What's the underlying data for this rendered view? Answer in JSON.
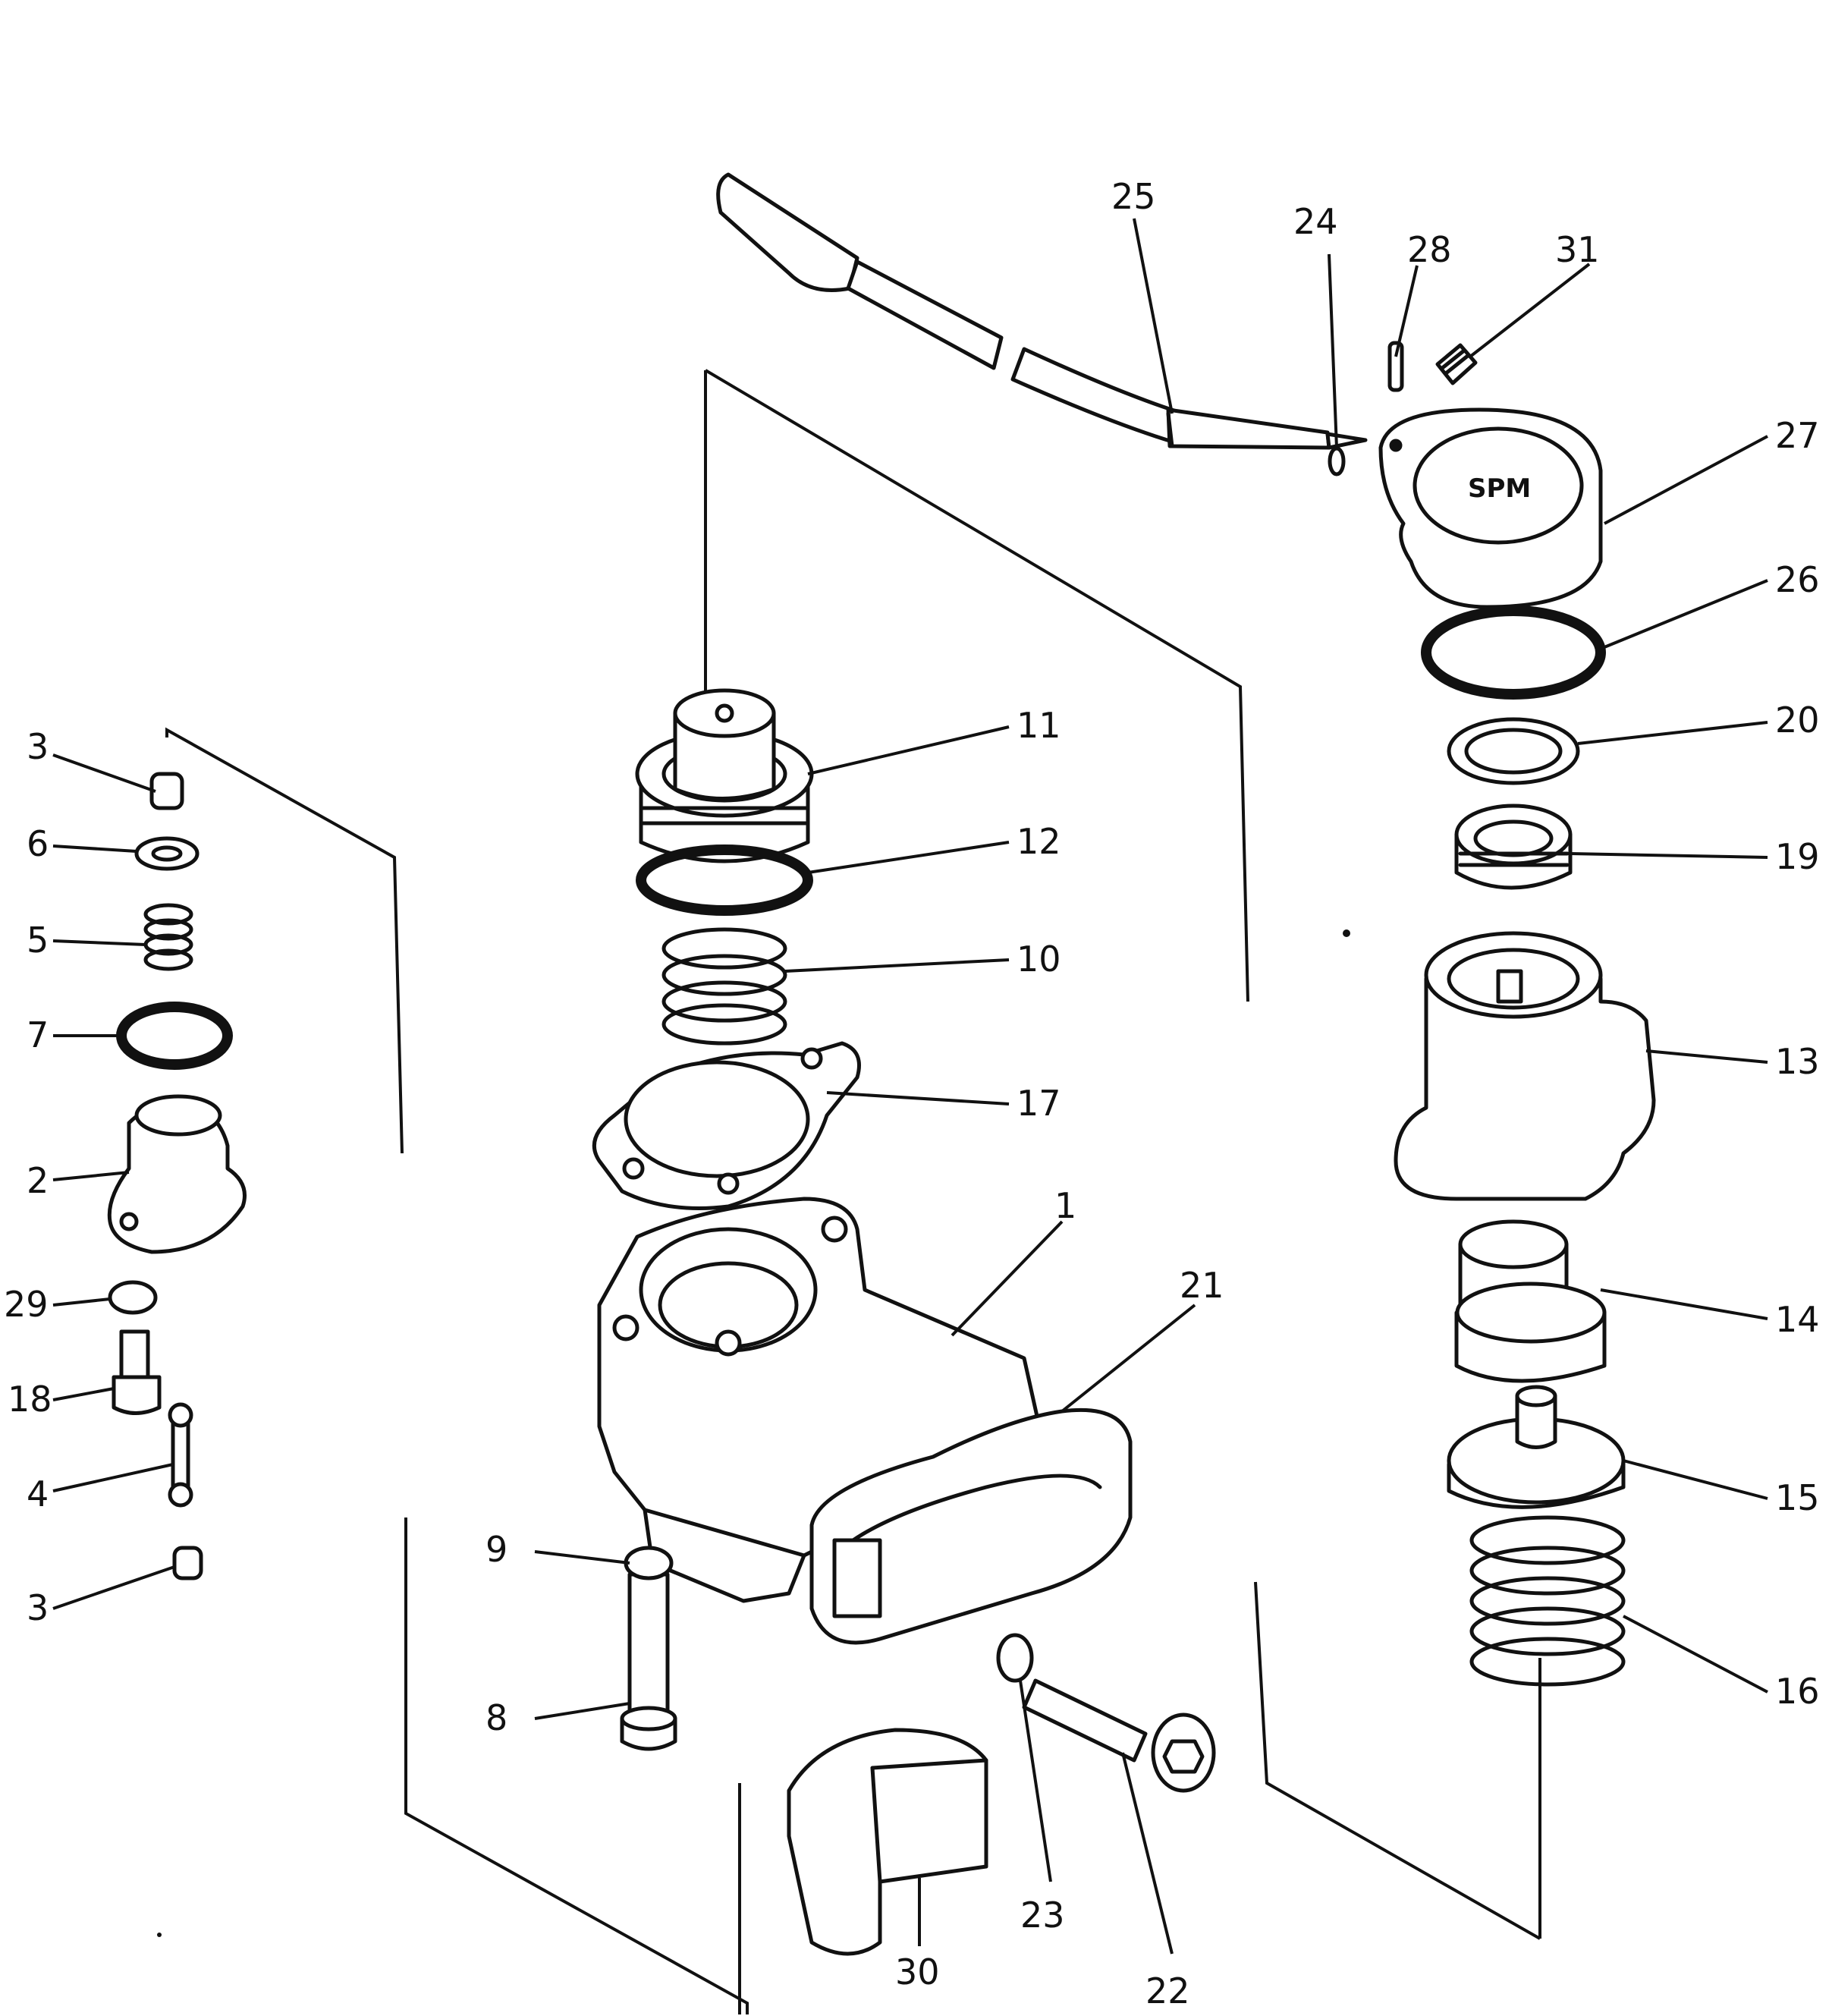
{
  "diagram": {
    "callouts": {
      "c1": "1",
      "c2": "2",
      "c3a": "3",
      "c3b": "3",
      "c4": "4",
      "c5": "5",
      "c6": "6",
      "c7": "7",
      "c8": "8",
      "c9": "9",
      "c10": "10",
      "c11": "11",
      "c12": "12",
      "c13": "13",
      "c14": "14",
      "c15": "15",
      "c16": "16",
      "c17": "17",
      "c18": "18",
      "c19": "19",
      "c20": "20",
      "c21": "21",
      "c22": "22",
      "c23": "23",
      "c24": "24",
      "c25": "25",
      "c26": "26",
      "c27": "27",
      "c28": "28",
      "c29": "29",
      "c30": "30",
      "c31": "31"
    },
    "colors": {
      "ink": "#111111",
      "paper": "#ffffff"
    }
  }
}
